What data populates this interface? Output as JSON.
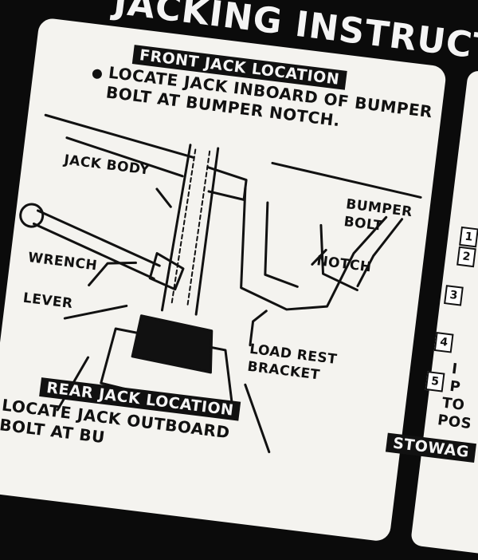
{
  "title": "JACKING INSTRUCTIONS",
  "front": {
    "header": "FRONT JACK LOCATION",
    "bullet_line1": "LOCATE JACK INBOARD OF BUMPER",
    "bullet_line2": "BOLT AT BUMPER NOTCH."
  },
  "labels": {
    "jack_body": "JACK BODY",
    "bumper": "BUMPER",
    "bolt": "BOLT",
    "notch": "NOTCH",
    "wrench": "WRENCH",
    "lever": "LEVER",
    "load_rest": "LOAD REST",
    "bracket": "BRACKET"
  },
  "rear": {
    "header": "REAR JACK LOCATION",
    "bullet_line1": "LOCATE JACK OUTBOARD",
    "bullet_line2": "BOLT AT BU"
  },
  "steps": [
    "1",
    "2",
    "3",
    "4",
    "5"
  ],
  "right_fragments": {
    "f1": "I",
    "f2": "P",
    "f3": "TO",
    "f4": "POS",
    "stowage": "STOWAG"
  },
  "colors": {
    "ink": "#111111",
    "paper": "#f4f3ef"
  }
}
